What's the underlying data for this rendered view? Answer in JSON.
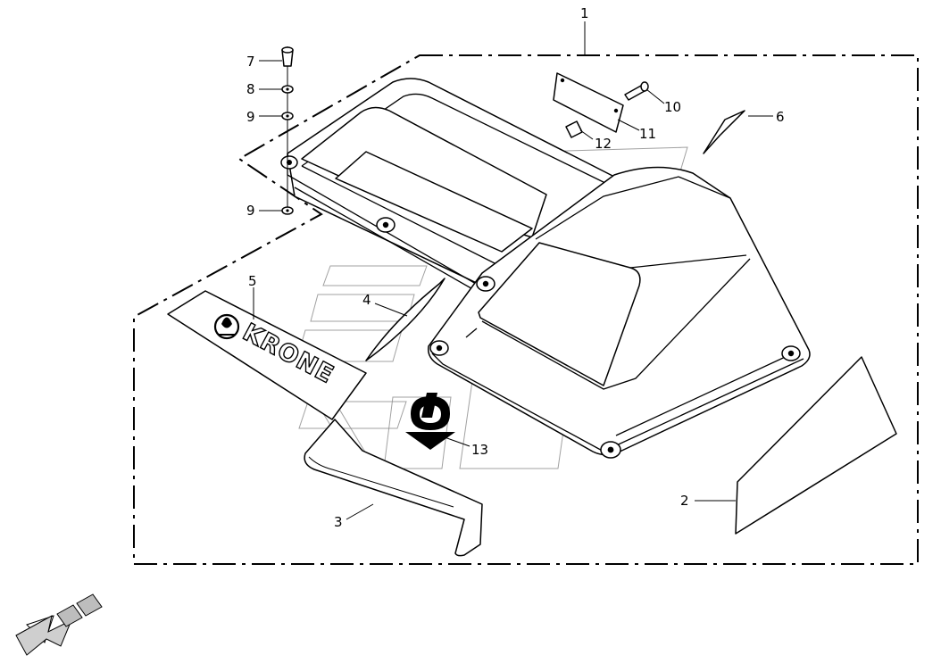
{
  "callouts": [
    {
      "id": "c1",
      "label": "1"
    },
    {
      "id": "c2",
      "label": "2"
    },
    {
      "id": "c3",
      "label": "3"
    },
    {
      "id": "c4",
      "label": "4"
    },
    {
      "id": "c5",
      "label": "5"
    },
    {
      "id": "c6",
      "label": "6"
    },
    {
      "id": "c7",
      "label": "7"
    },
    {
      "id": "c8",
      "label": "8"
    },
    {
      "id": "c9a",
      "label": "9"
    },
    {
      "id": "c9b",
      "label": "9"
    },
    {
      "id": "c10",
      "label": "10"
    },
    {
      "id": "c11",
      "label": "11"
    },
    {
      "id": "c12",
      "label": "12"
    },
    {
      "id": "c13",
      "label": "13"
    }
  ],
  "decal": {
    "brand_text": "KRONE"
  },
  "colors": {
    "line": "#000000",
    "background": "#ffffff",
    "watermark": "#8a8a8a"
  },
  "icons": [
    "krone-logo-icon",
    "krone-emblem-icon",
    "direction-arrow-icon"
  ]
}
